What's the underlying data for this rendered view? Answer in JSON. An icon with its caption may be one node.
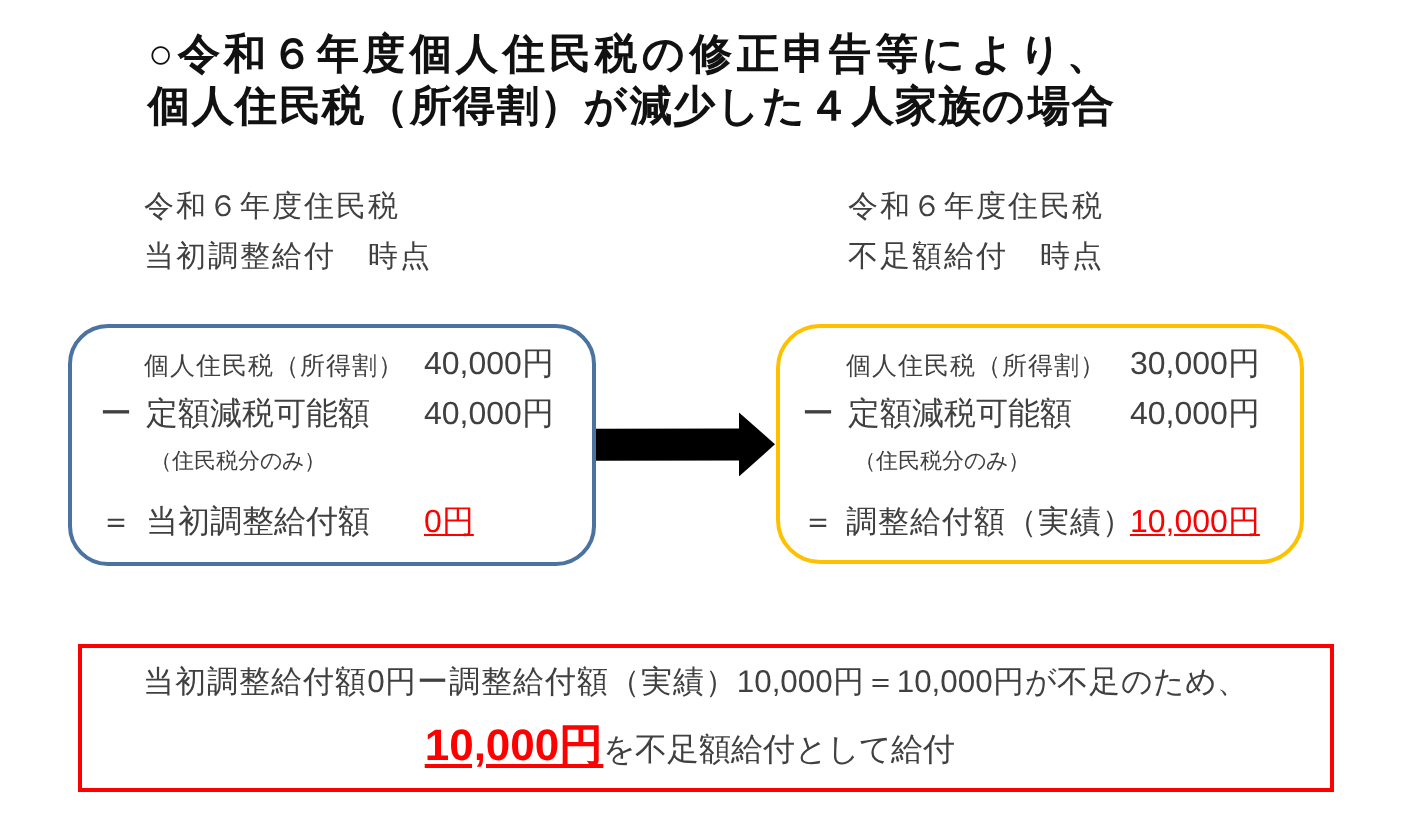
{
  "diagram": {
    "title": "○令和６年度個人住民税の修正申告等により、個人住民税（所得割）が減少した４人家族の場合",
    "nodes": [
      {
        "text": [
          "令和６年度住民税",
          "当初調整給付　時点",
          "個人住民税（所得割）",
          "40,000円",
          "ー",
          "定額減税可能額",
          "40,000円",
          "（住民税分のみ）",
          "＝",
          "当初調整給付額",
          "0円"
        ]
      },
      {
        "text": [
          "令和６年度住民税",
          "不足額給付　時点",
          "個人住民税（所得割）",
          "30,000円",
          "ー",
          "定額減税可能額",
          "40,000円",
          "（住民税分のみ）",
          "＝",
          "調整給付額（実績）",
          "10,000円"
        ]
      },
      {
        "text": [
          "当初調整給付額0円ー調整給付額（実績）10,000円＝10,000円が不足のため、",
          "**10,000円**を不足額給付として給付"
        ]
      }
    ],
    "edges": [
      {
        "from": 0,
        "to": 1,
        "arrow": "to"
      }
    ]
  }
}
